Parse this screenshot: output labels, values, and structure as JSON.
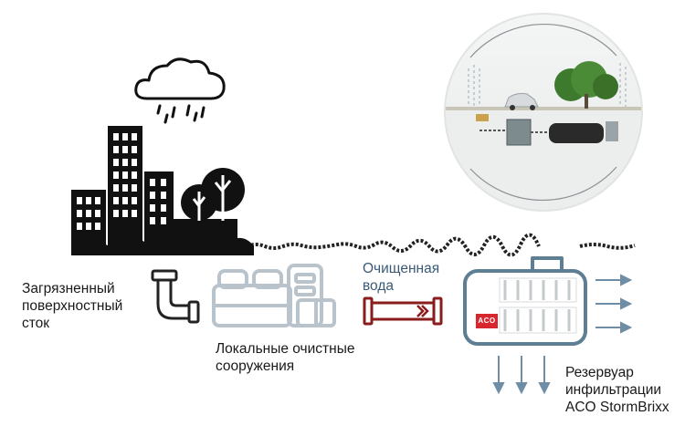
{
  "labels": {
    "runoff": [
      "Загрязненный",
      "поверхностный",
      "сток"
    ],
    "treatment": [
      "Локальные очистные",
      "сооружения"
    ],
    "clean_water": [
      "Очищенная",
      "вода"
    ],
    "reservoir": [
      "Резервуар",
      "инфильтрации",
      "ACO StormBrixx"
    ],
    "brand": "ACO"
  },
  "colors": {
    "city": "#111111",
    "plant": "#b9c3cc",
    "pipe_red": "#8a1c1c",
    "reservoir_border": "#5e7e94",
    "arrow": "#6f8ea6",
    "brand_red": "#d8262e"
  },
  "icons": [
    "rain-cloud-icon",
    "city-icon",
    "pipe-elbow-icon",
    "treatment-plant-icon",
    "clean-pipe-icon",
    "reservoir-tank-icon",
    "aco-logo-icon",
    "photo-inset"
  ]
}
